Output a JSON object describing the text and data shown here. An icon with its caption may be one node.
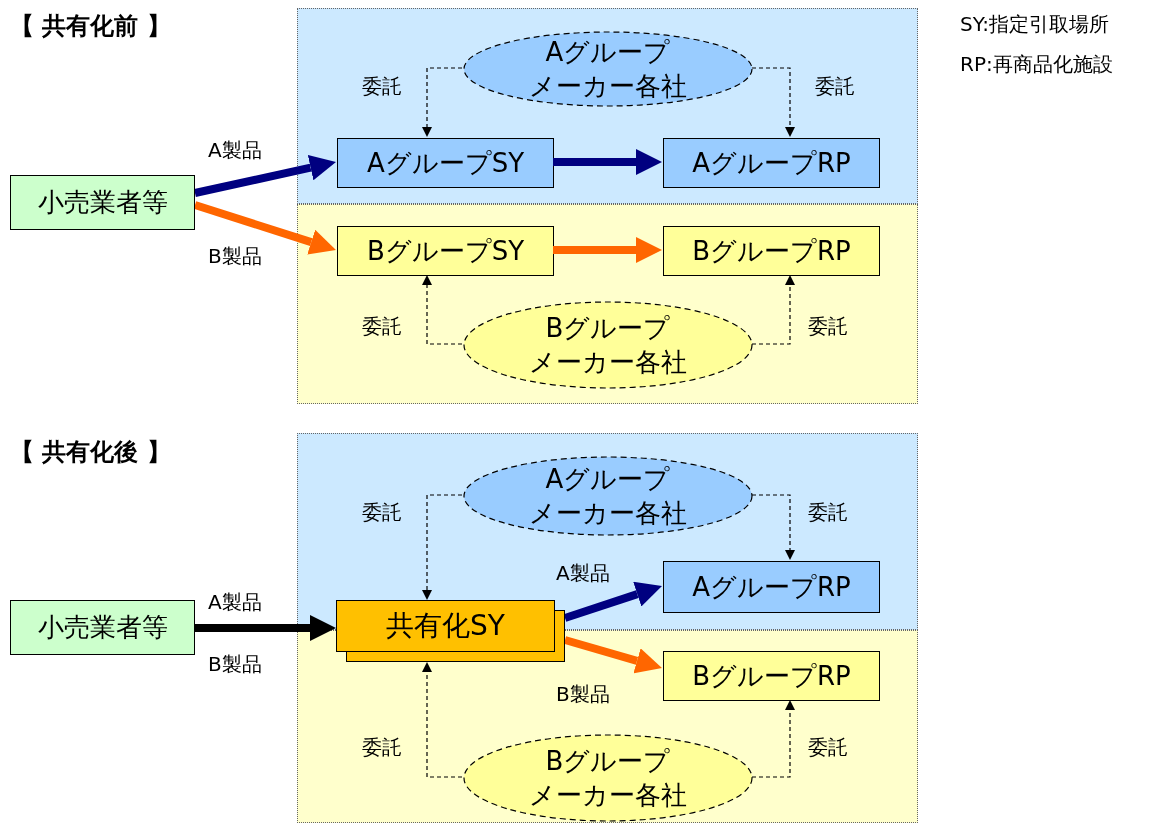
{
  "diagram": {
    "nodes": [
      {
        "text": [],
        "shape": "box"
      },
      {
        "text": [],
        "shape": "box"
      },
      {
        "text": [
          "小売業者等"
        ]
      },
      {
        "text": [
          "Aグループメーカー各社"
        ],
        "in": 0
      },
      {
        "text": [
          "AグループSY"
        ],
        "in": 0
      },
      {
        "text": [
          "AグループRP"
        ],
        "in": 0
      },
      {
        "text": [
          "BグループSY"
        ],
        "in": 1
      },
      {
        "text": [
          "BグループRP"
        ],
        "in": 1
      },
      {
        "text": [
          "Bグループメーカー各社"
        ],
        "in": 1
      },
      {
        "text": [],
        "shape": "box"
      },
      {
        "text": [],
        "shape": "box"
      },
      {
        "text": [
          "小売業者等"
        ]
      },
      {
        "text": [
          "Aグループメーカー各社"
        ],
        "in": 9
      },
      {
        "text": [
          "共有化SY"
        ]
      },
      {
        "text": [
          "AグループRP"
        ],
        "in": 9
      },
      {
        "text": [
          "BグループRP"
        ],
        "in": 10
      },
      {
        "text": [
          "Bグループメーカー各社"
        ],
        "in": 10
      }
    ],
    "edges": [
      {
        "from": 2,
        "to": 4,
        "arrow": "to",
        "label": "A製品",
        "style": "thick",
        "color": "#000080"
      },
      {
        "from": 2,
        "to": 6,
        "arrow": "to",
        "label": "B製品",
        "style": "thick",
        "color": "#ff6600"
      },
      {
        "from": 4,
        "to": 5,
        "arrow": "to",
        "style": "thick",
        "color": "#000080"
      },
      {
        "from": 6,
        "to": 7,
        "arrow": "to",
        "style": "thick",
        "color": "#ff6600"
      },
      {
        "from": 3,
        "to": 4,
        "arrow": "to",
        "label": "委託",
        "style": "dashed"
      },
      {
        "from": 3,
        "to": 5,
        "arrow": "to",
        "label": "委託",
        "style": "dashed"
      },
      {
        "from": 8,
        "to": 6,
        "arrow": "to",
        "label": "委託",
        "style": "dashed"
      },
      {
        "from": 8,
        "to": 7,
        "arrow": "to",
        "label": "委託",
        "style": "dashed"
      },
      {
        "from": 11,
        "to": 13,
        "arrow": "to",
        "label": "A製品",
        "style": "thick"
      },
      {
        "from": 13,
        "to": 14,
        "arrow": "to",
        "label": "A製品",
        "style": "thick",
        "color": "#000080"
      },
      {
        "from": 13,
        "to": 15,
        "arrow": "to",
        "label": "B製品",
        "style": "thick",
        "color": "#ff6600"
      },
      {
        "from": 12,
        "to": 13,
        "arrow": "to",
        "label": "委託",
        "style": "dashed"
      },
      {
        "from": 12,
        "to": 14,
        "arrow": "to",
        "label": "委託",
        "style": "dashed"
      },
      {
        "from": 16,
        "to": 13,
        "arrow": "to",
        "label": "委託",
        "style": "dashed"
      },
      {
        "from": 16,
        "to": 15,
        "arrow": "to",
        "label": "委託",
        "style": "dashed"
      }
    ],
    "labels": [
      "【 共有化前 】",
      "SY:指定引取場所",
      "RP:再商品化施設",
      "【 共有化後 】",
      "B製品"
    ]
  }
}
